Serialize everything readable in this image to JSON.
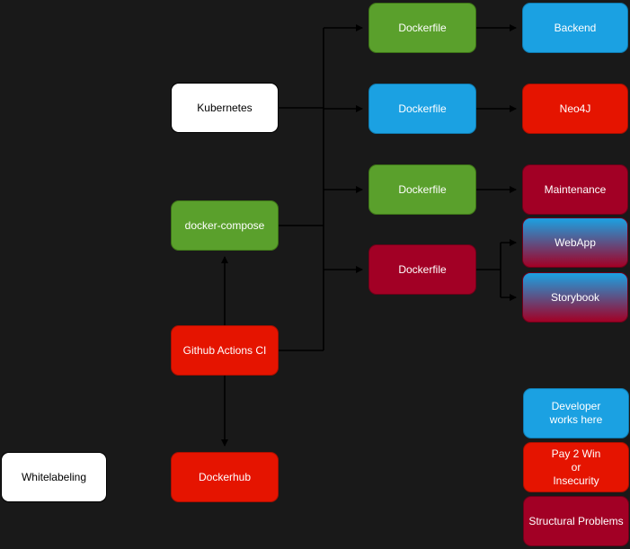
{
  "diagram": {
    "background_color": "#191919",
    "edge_color": "#000000",
    "colors": {
      "green": "#5aa02c",
      "blue": "#1ba1e2",
      "red": "#e51400",
      "crimson": "#a20025",
      "white": "#ffffff",
      "gradient_top": "#1ba1e2",
      "gradient_bottom": "#a20025"
    },
    "nodes": {
      "kubernetes": {
        "label": "Kubernetes",
        "color": "white"
      },
      "docker_compose": {
        "label": "docker-compose",
        "color": "green"
      },
      "github_actions": {
        "label": "Github Actions CI",
        "color": "red"
      },
      "dockerhub": {
        "label": "Dockerhub",
        "color": "red"
      },
      "whitelabeling": {
        "label": "Whitelabeling",
        "color": "white"
      },
      "dockerfile_backend": {
        "label": "Dockerfile",
        "color": "green"
      },
      "dockerfile_neo4j": {
        "label": "Dockerfile",
        "color": "blue"
      },
      "dockerfile_maintenance": {
        "label": "Dockerfile",
        "color": "green"
      },
      "dockerfile_webapp": {
        "label": "Dockerfile",
        "color": "crimson"
      },
      "backend": {
        "label": "Backend",
        "color": "blue"
      },
      "neo4j": {
        "label": "Neo4J",
        "color": "red"
      },
      "maintenance": {
        "label": "Maintenance",
        "color": "crimson"
      },
      "webapp": {
        "label": "WebApp",
        "color": "blue-crimson-gradient"
      },
      "storybook": {
        "label": "Storybook",
        "color": "blue-crimson-gradient"
      }
    },
    "legend": {
      "developer": {
        "label": "Developer\nworks here",
        "color": "blue"
      },
      "pay2win": {
        "label": "Pay 2 Win\nor\nInsecurity",
        "color": "red"
      },
      "structural": {
        "label": "Structural Problems",
        "color": "crimson"
      }
    },
    "edges": [
      {
        "from": "kubernetes",
        "to": "dockerfile-bus"
      },
      {
        "from": "docker_compose",
        "to": "dockerfile-bus"
      },
      {
        "from": "github_actions",
        "to": "dockerfile-bus"
      },
      {
        "from": "dockerfile-bus",
        "to": "dockerfile_backend"
      },
      {
        "from": "dockerfile-bus",
        "to": "dockerfile_neo4j"
      },
      {
        "from": "dockerfile-bus",
        "to": "dockerfile_maintenance"
      },
      {
        "from": "dockerfile-bus",
        "to": "dockerfile_webapp"
      },
      {
        "from": "dockerfile_backend",
        "to": "backend"
      },
      {
        "from": "dockerfile_neo4j",
        "to": "neo4j"
      },
      {
        "from": "dockerfile_maintenance",
        "to": "maintenance"
      },
      {
        "from": "dockerfile_webapp",
        "to": "webapp"
      },
      {
        "from": "dockerfile_webapp",
        "to": "storybook"
      },
      {
        "from": "github_actions",
        "to": "docker_compose"
      },
      {
        "from": "github_actions",
        "to": "dockerhub"
      }
    ]
  }
}
